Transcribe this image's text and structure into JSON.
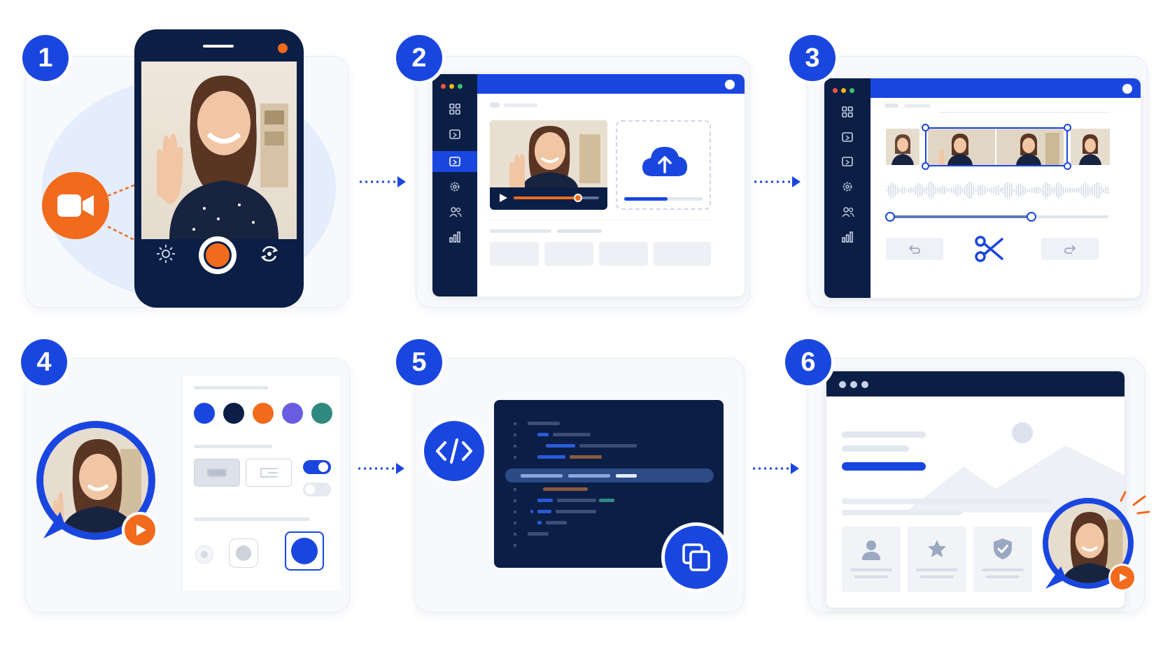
{
  "steps": [
    {
      "number": "1"
    },
    {
      "number": "2"
    },
    {
      "number": "3"
    },
    {
      "number": "4"
    },
    {
      "number": "5"
    },
    {
      "number": "6"
    }
  ],
  "colors": {
    "primary_blue": "#1a46e0",
    "navy": "#0b1e45",
    "orange": "#f26a1b",
    "card_bg": "#f8f9fc",
    "light_blue_bg": "#e3edfb",
    "purple": "#6a5ce0",
    "teal": "#2e8a7e"
  },
  "icons": [
    "video-camera-icon",
    "brightness-icon",
    "record-icon",
    "flip-camera-icon",
    "grid-icon",
    "media-icon",
    "settings-icon",
    "users-icon",
    "chart-icon",
    "play-icon",
    "cloud-upload-icon",
    "scissors-icon",
    "undo-icon",
    "redo-icon",
    "code-icon",
    "copy-icon",
    "user-icon",
    "star-icon",
    "shield-check-icon"
  ],
  "upload_progress": 0.55,
  "video_progress": 0.75,
  "trim_slider": 0.65
}
